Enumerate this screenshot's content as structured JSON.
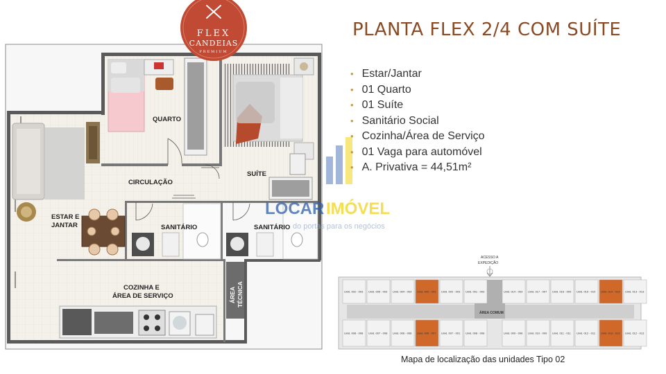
{
  "logo": {
    "line1": "FLEX",
    "line2": "CANDEIAS",
    "line3": "PREMIUM"
  },
  "title": "PLANTA FLEX 2/4 COM SUÍTE",
  "features": [
    "Estar/Jantar",
    "01 Quarto",
    "01 Suíte",
    "Sanitário Social",
    "Cozinha/Área de Serviço",
    "01 Vaga para automóvel",
    "A. Privativa = 44,51m²"
  ],
  "rooms": {
    "quarto": "QUARTO",
    "suite": "SUÍTE",
    "circulacao": "CIRCULAÇÃO",
    "estar_line1": "ESTAR E",
    "estar_line2": "JANTAR",
    "sanitario_1": "SANITÁRIO",
    "sanitario_2": "SANITÁRIO",
    "cozinha_line1": "COZINHA E",
    "cozinha_line2": "ÁREA DE SERVIÇO",
    "area_line1": "ÁREA",
    "area_line2": "TÉCNICA"
  },
  "watermark": {
    "part1": "LOCAR",
    "part2": "IMÓVEL",
    "tagline": "do portas para os negócios"
  },
  "map": {
    "access_line1": "ACESSO A",
    "access_line2": "EXPEDIÇÃO",
    "area_comum": "ÁREA COMUM",
    "top_units": [
      "Unid. 002 - 003",
      "Unid. 005 - 003",
      "Unid. 004 - 003",
      "Unid. 003 - 003",
      "Unid. 002 - 003",
      "Unid. 001 - 003",
      "Unid. 014 - 003",
      "Unid. 017 - 007",
      "Unid. 016 - 009",
      "Unid. 015 - 010",
      "Unid. 014 - 013",
      "Unid. 013 - 013"
    ],
    "bottom_units": [
      "Unid. 008 - 008",
      "Unid. 007 - 008",
      "Unid. 006 - 008",
      "Unid. 005 - 007",
      "Unid. 007 - 001",
      "Unid. 008 - 006",
      "Unid. 009 - 006",
      "Unid. 010 - 009",
      "Unid. 011 - 011",
      "Unid. 012 - 011",
      "Unid. 013 - 013",
      "Unid. 012 - 013"
    ],
    "caption": "Mapa de localização das unidades Tipo 02"
  },
  "colors": {
    "accent": "#c14a35",
    "highlight": "#d0682a",
    "title": "#8a4a24"
  }
}
